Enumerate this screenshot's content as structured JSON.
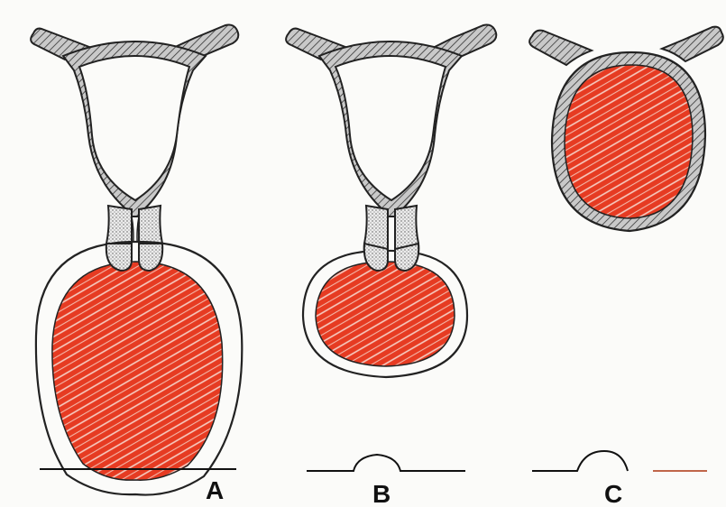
{
  "figure": {
    "panels": [
      {
        "label": "A"
      },
      {
        "label": "B"
      },
      {
        "label": "C"
      }
    ]
  },
  "colors": {
    "fill_red": "#e63b22",
    "outline": "#222222",
    "wall_grey": "#9a9a9a",
    "background": "#fbfbf9",
    "baseline_c_tail": "#c0664a"
  }
}
